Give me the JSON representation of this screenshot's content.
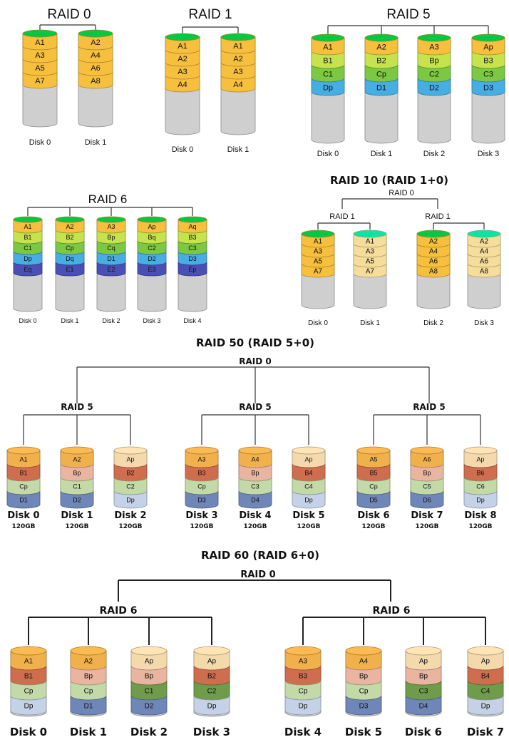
{
  "colors": {
    "A": "#f6bf3e",
    "B": "#c6e34d",
    "C": "#7cc843",
    "D": "#46aee2",
    "E": "#4a4fb6",
    "A_light": "#f6dd9c",
    "gray": "#cfcfcf",
    "A2": "#f0b14c",
    "A2_light": "#f3d9ac",
    "B2": "#cf6d4f",
    "B2_light": "#e9b4a0",
    "C2": "#c3d9a7",
    "C2_dark": "#6f9b4a",
    "D2": "#6f86b8",
    "D2_light": "#c5d1e6"
  },
  "raid0": {
    "title": "RAID 0",
    "disks": [
      {
        "label": "Disk 0",
        "blocks": [
          "A1",
          "A3",
          "A5",
          "A7"
        ]
      },
      {
        "label": "Disk 1",
        "blocks": [
          "A2",
          "A4",
          "A6",
          "A8"
        ]
      }
    ]
  },
  "raid1": {
    "title": "RAID 1",
    "disks": [
      {
        "label": "Disk 0",
        "blocks": [
          "A1",
          "A2",
          "A3",
          "A4"
        ]
      },
      {
        "label": "Disk 1",
        "blocks": [
          "A1",
          "A2",
          "A3",
          "A4"
        ]
      }
    ]
  },
  "raid5": {
    "title": "RAID 5",
    "disks": [
      {
        "label": "Disk 0",
        "blocks": [
          [
            "A1",
            "A"
          ],
          [
            "B1",
            "B"
          ],
          [
            "C1",
            "C"
          ],
          [
            "Dp",
            "D"
          ]
        ]
      },
      {
        "label": "Disk 1",
        "blocks": [
          [
            "A2",
            "A"
          ],
          [
            "B2",
            "B"
          ],
          [
            "Cp",
            "C"
          ],
          [
            "D1",
            "D"
          ]
        ]
      },
      {
        "label": "Disk 2",
        "blocks": [
          [
            "A3",
            "A"
          ],
          [
            "Bp",
            "B"
          ],
          [
            "C2",
            "C"
          ],
          [
            "D2",
            "D"
          ]
        ]
      },
      {
        "label": "Disk 3",
        "blocks": [
          [
            "Ap",
            "A"
          ],
          [
            "B3",
            "B"
          ],
          [
            "C3",
            "C"
          ],
          [
            "D3",
            "D"
          ]
        ]
      }
    ]
  },
  "raid6": {
    "title": "RAID 6",
    "disks": [
      {
        "label": "Disk 0",
        "blocks": [
          [
            "A1",
            "A"
          ],
          [
            "B1",
            "B"
          ],
          [
            "C1",
            "C"
          ],
          [
            "Dp",
            "D"
          ],
          [
            "Eq",
            "E"
          ]
        ]
      },
      {
        "label": "Disk 1",
        "blocks": [
          [
            "A2",
            "A"
          ],
          [
            "B2",
            "B"
          ],
          [
            "Cp",
            "C"
          ],
          [
            "Dq",
            "D"
          ],
          [
            "E1",
            "E"
          ]
        ]
      },
      {
        "label": "Disk 2",
        "blocks": [
          [
            "A3",
            "A"
          ],
          [
            "Bp",
            "B"
          ],
          [
            "Cq",
            "C"
          ],
          [
            "D1",
            "D"
          ],
          [
            "E2",
            "E"
          ]
        ]
      },
      {
        "label": "Disk 3",
        "blocks": [
          [
            "Ap",
            "A"
          ],
          [
            "Bq",
            "B"
          ],
          [
            "C2",
            "C"
          ],
          [
            "D2",
            "D"
          ],
          [
            "E3",
            "E"
          ]
        ]
      },
      {
        "label": "Disk 4",
        "blocks": [
          [
            "Aq",
            "A"
          ],
          [
            "B3",
            "B"
          ],
          [
            "C3",
            "C"
          ],
          [
            "D3",
            "D"
          ],
          [
            "Ep",
            "E"
          ]
        ]
      }
    ]
  },
  "raid10": {
    "title": "RAID 10 (RAID 1+0)",
    "top": "RAID 0",
    "groups": [
      {
        "label": "RAID 1",
        "disks": [
          {
            "label": "Disk 0",
            "blocks": [
              "A1",
              "A3",
              "A5",
              "A7"
            ],
            "light": false
          },
          {
            "label": "Disk 1",
            "blocks": [
              "A1",
              "A3",
              "A5",
              "A7"
            ],
            "light": true
          }
        ]
      },
      {
        "label": "RAID 1",
        "disks": [
          {
            "label": "Disk 2",
            "blocks": [
              "A2",
              "A4",
              "A6",
              "A8"
            ],
            "light": false
          },
          {
            "label": "Disk 3",
            "blocks": [
              "A2",
              "A4",
              "A6",
              "A8"
            ],
            "light": true
          }
        ]
      }
    ]
  },
  "raid50": {
    "title": "RAID 50 (RAID 5+0)",
    "top": "RAID 0",
    "groups": [
      {
        "label": "RAID 5",
        "disks": [
          {
            "label": "Disk 0",
            "size": "120GB",
            "blocks": [
              [
                "A1",
                "A2"
              ],
              [
                "B1",
                "B2"
              ],
              [
                "Cp",
                "C2"
              ],
              [
                "D1",
                "D2"
              ]
            ]
          },
          {
            "label": "Disk 1",
            "size": "120GB",
            "blocks": [
              [
                "A2",
                "A2"
              ],
              [
                "Bp",
                "B2_light"
              ],
              [
                "C1",
                "C2"
              ],
              [
                "D2",
                "D2"
              ]
            ]
          },
          {
            "label": "Disk 2",
            "size": "120GB",
            "blocks": [
              [
                "Ap",
                "A2_light"
              ],
              [
                "B2",
                "B2"
              ],
              [
                "C2",
                "C2"
              ],
              [
                "Dp",
                "D2_light"
              ]
            ]
          }
        ]
      },
      {
        "label": "RAID 5",
        "disks": [
          {
            "label": "Disk 3",
            "size": "120GB",
            "blocks": [
              [
                "A3",
                "A2"
              ],
              [
                "B3",
                "B2"
              ],
              [
                "Cp",
                "C2"
              ],
              [
                "D3",
                "D2"
              ]
            ]
          },
          {
            "label": "Disk 4",
            "size": "120GB",
            "blocks": [
              [
                "A4",
                "A2"
              ],
              [
                "Bp",
                "B2_light"
              ],
              [
                "C3",
                "C2"
              ],
              [
                "D4",
                "D2"
              ]
            ]
          },
          {
            "label": "Disk 5",
            "size": "120GB",
            "blocks": [
              [
                "Ap",
                "A2_light"
              ],
              [
                "B4",
                "B2"
              ],
              [
                "C4",
                "C2"
              ],
              [
                "Dp",
                "D2_light"
              ]
            ]
          }
        ]
      },
      {
        "label": "RAID 5",
        "disks": [
          {
            "label": "Disk 6",
            "size": "120GB",
            "blocks": [
              [
                "A5",
                "A2"
              ],
              [
                "B5",
                "B2"
              ],
              [
                "Cp",
                "C2"
              ],
              [
                "D5",
                "D2"
              ]
            ]
          },
          {
            "label": "Disk 7",
            "size": "120GB",
            "blocks": [
              [
                "A6",
                "A2"
              ],
              [
                "Bp",
                "B2_light"
              ],
              [
                "C5",
                "C2"
              ],
              [
                "D6",
                "D2"
              ]
            ]
          },
          {
            "label": "Disk 8",
            "size": "120GB",
            "blocks": [
              [
                "Ap",
                "A2_light"
              ],
              [
                "B6",
                "B2"
              ],
              [
                "C6",
                "C2"
              ],
              [
                "Dp",
                "D2_light"
              ]
            ]
          }
        ]
      }
    ]
  },
  "raid60": {
    "title": "RAID 60 (RAID 6+0)",
    "top": "RAID 0",
    "groups": [
      {
        "label": "RAID 6",
        "disks": [
          {
            "label": "Disk 0",
            "blocks": [
              [
                "A1",
                "A2"
              ],
              [
                "B1",
                "B2"
              ],
              [
                "Cp",
                "C2"
              ],
              [
                "Dp",
                "D2_light"
              ]
            ]
          },
          {
            "label": "Disk 1",
            "blocks": [
              [
                "A2",
                "A2"
              ],
              [
                "Bp",
                "B2_light"
              ],
              [
                "Cp",
                "C2"
              ],
              [
                "D1",
                "D2"
              ]
            ]
          },
          {
            "label": "Disk 2",
            "blocks": [
              [
                "Ap",
                "A2_light"
              ],
              [
                "Bp",
                "B2_light"
              ],
              [
                "C1",
                "C2_dark"
              ],
              [
                "D2",
                "D2"
              ]
            ]
          },
          {
            "label": "Disk 3",
            "blocks": [
              [
                "Ap",
                "A2_light"
              ],
              [
                "B2",
                "B2"
              ],
              [
                "C2",
                "C2_dark"
              ],
              [
                "Dp",
                "D2_light"
              ]
            ]
          }
        ]
      },
      {
        "label": "RAID 6",
        "disks": [
          {
            "label": "Disk 4",
            "blocks": [
              [
                "A3",
                "A2"
              ],
              [
                "B3",
                "B2"
              ],
              [
                "Cp",
                "C2"
              ],
              [
                "Dp",
                "D2_light"
              ]
            ]
          },
          {
            "label": "Disk 5",
            "blocks": [
              [
                "A4",
                "A2"
              ],
              [
                "Bp",
                "B2_light"
              ],
              [
                "Cp",
                "C2"
              ],
              [
                "D3",
                "D2"
              ]
            ]
          },
          {
            "label": "Disk 6",
            "blocks": [
              [
                "Ap",
                "A2_light"
              ],
              [
                "Bp",
                "B2_light"
              ],
              [
                "C3",
                "C2_dark"
              ],
              [
                "D4",
                "D2"
              ]
            ]
          },
          {
            "label": "Disk 7",
            "blocks": [
              [
                "Ap",
                "A2_light"
              ],
              [
                "B4",
                "B2"
              ],
              [
                "C4",
                "C2_dark"
              ],
              [
                "Dp",
                "D2_light"
              ]
            ]
          }
        ]
      }
    ]
  }
}
